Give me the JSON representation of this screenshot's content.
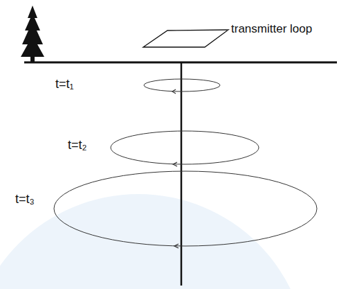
{
  "diagram": {
    "labels": [
      "transmitter loop",
      "t=t₁",
      "t=t₂",
      "t=t₃"
    ]
  }
}
